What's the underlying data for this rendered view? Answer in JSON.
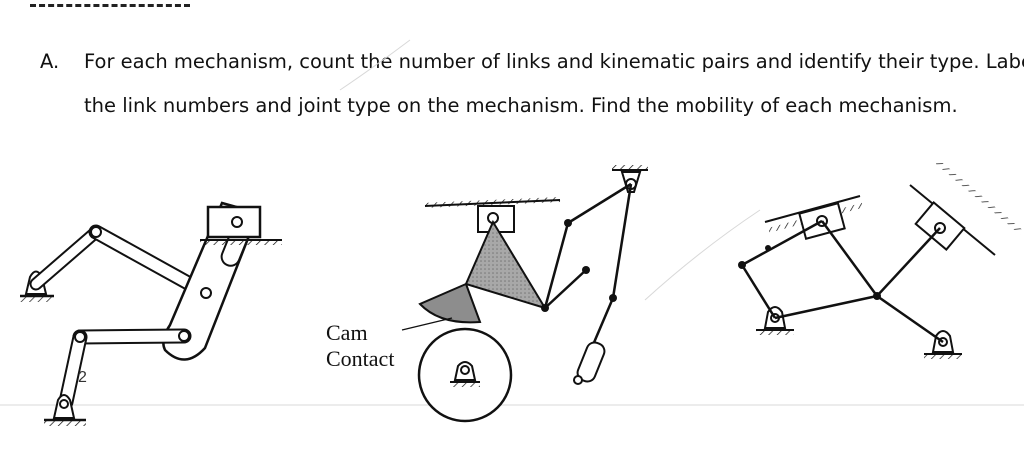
{
  "question": {
    "letter": "A.",
    "line1": "For each mechanism, count the number of links and kinematic pairs and identify their type.  Label",
    "line2": "the link numbers and joint type on the mechanism.  Find the mobility of each mechanism."
  },
  "figures": {
    "mechanism_1": {
      "handwritten_mark": "2"
    },
    "mechanism_2": {
      "cam_label_line1": "Cam",
      "cam_label_line2": "Contact"
    },
    "mechanism_3": {}
  },
  "colors": {
    "ink": "#111111",
    "shade": "#9e9e9e",
    "paper": "#ffffff"
  }
}
